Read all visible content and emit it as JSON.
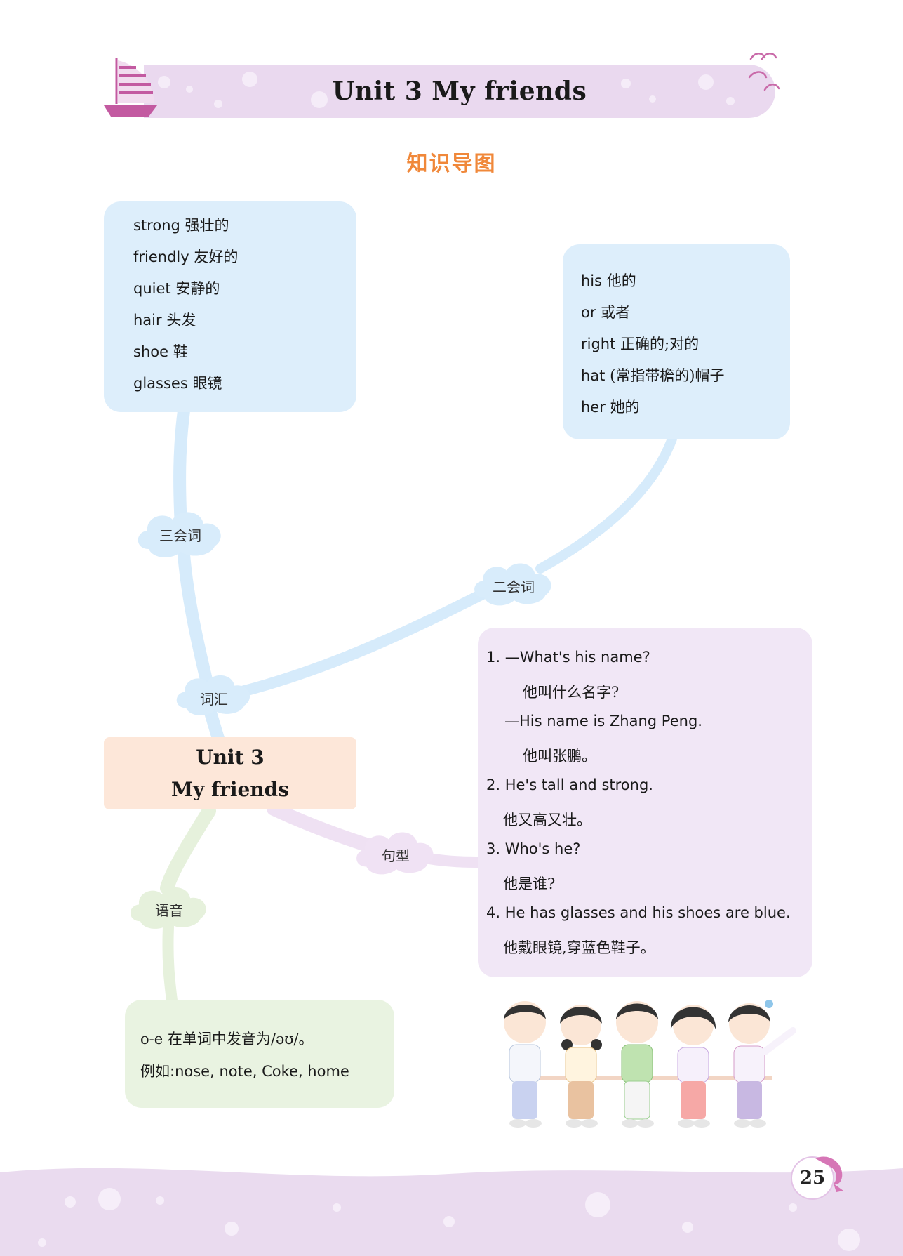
{
  "header": {
    "title": "Unit 3   My friends",
    "subtitle": "知识导图"
  },
  "box_core_words": {
    "items": [
      {
        "en": "strong",
        "zh": "强壮的"
      },
      {
        "en": "friendly",
        "zh": "友好的"
      },
      {
        "en": "quiet",
        "zh": "安静的"
      },
      {
        "en": "hair",
        "zh": "头发"
      },
      {
        "en": "shoe",
        "zh": "鞋"
      },
      {
        "en": "glasses",
        "zh": "眼镜"
      }
    ]
  },
  "box_other_words": {
    "items": [
      {
        "en": "his",
        "zh": "他的"
      },
      {
        "en": "or",
        "zh": "或者"
      },
      {
        "en": "right",
        "zh": "正确的;对的"
      },
      {
        "en": "hat",
        "zh": "(常指带檐的)帽子"
      },
      {
        "en": "her",
        "zh": "她的"
      }
    ]
  },
  "clouds": {
    "san_hui_ci": "三会词",
    "er_hui_ci": "二会词",
    "ci_hui": "词汇",
    "ju_xing": "句型",
    "yu_yin": "语音"
  },
  "center": {
    "line1": "Unit 3",
    "line2": "My friends"
  },
  "sentences": {
    "lines": [
      "1. —What's his name?",
      "他叫什么名字?",
      "—His name is Zhang Peng.",
      "他叫张鹏。",
      "2. He's tall and strong.",
      "他又高又壮。",
      "3. Who's he?",
      "他是谁?",
      "4. He has glasses and his shoes are blue.",
      "他戴眼镜,穿蓝色鞋子。"
    ]
  },
  "phonics": {
    "line1": "o-e 在单词中发音为/əʊ/。",
    "line2": "例如:nose, note, Coke, home"
  },
  "page_number": "25",
  "colors": {
    "banner": "#ead9ef",
    "subtitle": "#f0883a",
    "blue_box": "#ddeefb",
    "purple_box": "#f1e7f6",
    "green_box": "#e9f3e1",
    "orange_box": "#fde7d9"
  }
}
